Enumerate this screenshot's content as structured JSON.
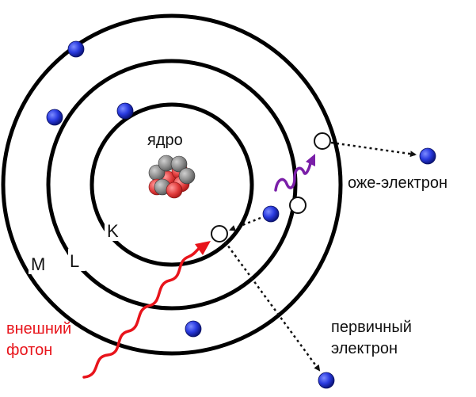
{
  "labels": {
    "nucleus": "ядро",
    "shell_k": "K",
    "shell_l": "L",
    "shell_m": "M",
    "auger_electron": "оже-электрон",
    "primary_electron_line1": "первичный",
    "primary_electron_line2": "электрон",
    "external_photon_line1": "внешний",
    "external_photon_line2": "фотон"
  },
  "colors": {
    "electron": "#2a3be0",
    "photon_in": "#e8141b",
    "photon_emitted": "#7a1fa8",
    "proton": "#e03a3a",
    "neutron": "#8a8a8a",
    "orbit": "#000000"
  },
  "icons": {
    "electron": "blue-sphere",
    "vacancy": "hollow-circle",
    "photon": "wavy-arrow",
    "nucleus": "nucleon-cluster"
  }
}
